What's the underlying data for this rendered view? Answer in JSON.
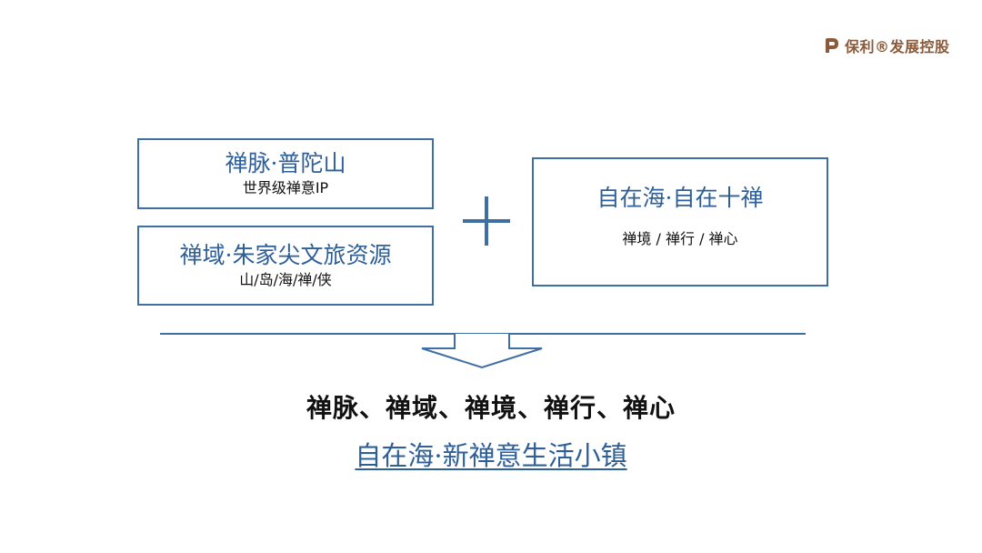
{
  "logo": {
    "brand_text": "保利®发展控股",
    "icon": "poly-logo-icon",
    "color": "#8a5a3a"
  },
  "boxes": [
    {
      "title": "禅脉·普陀山",
      "subtitle": "世界级禅意IP"
    },
    {
      "title": "禅域·朱家尖文旅资源",
      "subtitle": "山/岛/海/禅/侠"
    },
    {
      "title": "自在海·自在十禅",
      "subtitle": "禅境 / 禅行 / 禅心"
    }
  ],
  "connector": {
    "icon": "plus-icon"
  },
  "flow": {
    "icon": "down-arrow-icon"
  },
  "summary": "禅脉、禅域、禅境、禅行、禅心",
  "tagline": "自在海·新禅意生活小镇",
  "colors": {
    "accent": "#3f6ea3",
    "title_blue": "#2e5f98",
    "text": "#111111"
  }
}
